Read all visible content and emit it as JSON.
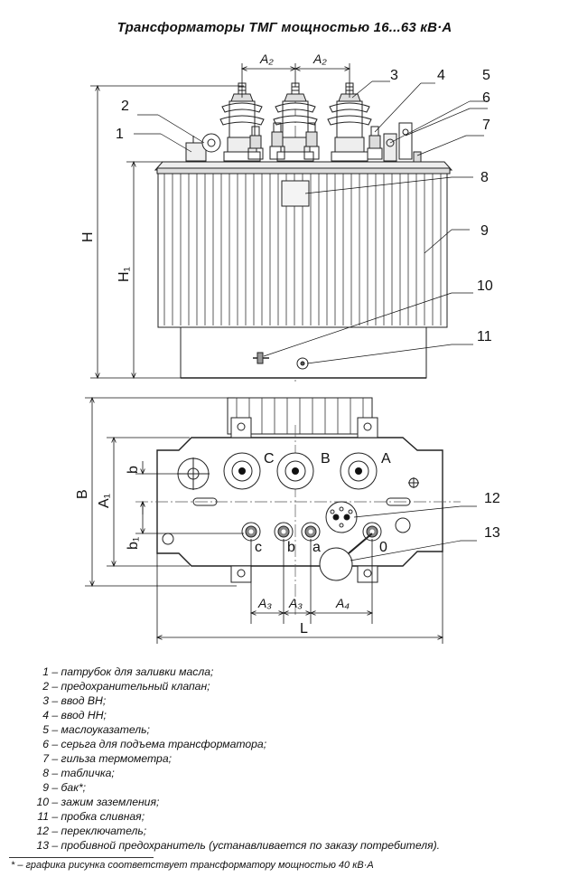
{
  "title": "Трансформаторы  ТМГ  мощностью 16...63 кВ·А",
  "front_view": {
    "dim_labels": {
      "A2_left": "A₂",
      "A2_right": "A₂",
      "H": "H",
      "H1": "H₁"
    },
    "callouts": [
      "1",
      "2",
      "3",
      "4",
      "5",
      "6",
      "7",
      "8",
      "9",
      "10",
      "11"
    ]
  },
  "top_view": {
    "dim_labels": {
      "B": "B",
      "A1": "A₁",
      "b": "b",
      "b1": "b₁",
      "A3_left": "A₃",
      "A3_right": "A₃",
      "A4": "A₄",
      "L": "L"
    },
    "hv_terminals": [
      "C",
      "B",
      "A"
    ],
    "lv_terminals": [
      "c",
      "b",
      "a",
      "0"
    ],
    "callouts": [
      "12",
      "13"
    ]
  },
  "legend": [
    {
      "num": "1",
      "text": "– патрубок для заливки масла;"
    },
    {
      "num": "2",
      "text": "– предохранительный клапан;"
    },
    {
      "num": "3",
      "text": "– ввод ВН;"
    },
    {
      "num": "4",
      "text": "– ввод НН;"
    },
    {
      "num": "5",
      "text": "– маслоуказатель;"
    },
    {
      "num": "6",
      "text": "– серьга для подъема трансформатора;"
    },
    {
      "num": "7",
      "text": "– гильза термометра;"
    },
    {
      "num": "8",
      "text": "– табличка;"
    },
    {
      "num": "9",
      "text": "– бак*;"
    },
    {
      "num": "10",
      "text": "– зажим заземления;"
    },
    {
      "num": "11",
      "text": "– пробка сливная;"
    },
    {
      "num": "12",
      "text": "– переключатель;"
    },
    {
      "num": "13",
      "text": "– пробивной предохранитель (устанавливается по заказу потребителя)."
    }
  ],
  "footnote": "* – графика рисунка соответствует трансформатору мощностью 40 кВ·А"
}
